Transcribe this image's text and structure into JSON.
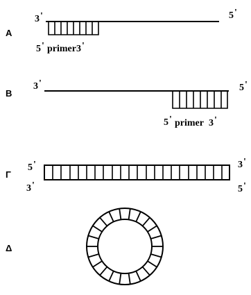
{
  "panels": [
    {
      "id": "A",
      "label": "Α",
      "left_top": "3",
      "right_top": "5",
      "primer_left": "5",
      "primer_text": "primer",
      "primer_right": "3"
    },
    {
      "id": "B",
      "label": "Β",
      "left_top": "3",
      "right_top": "5",
      "primer_left": "5",
      "primer_text": "primer",
      "primer_right": "3"
    },
    {
      "id": "G",
      "label": "Γ",
      "left_top": "5",
      "left_bottom": "3",
      "right_top": "3",
      "right_bottom": "5"
    },
    {
      "id": "D",
      "label": "Δ"
    }
  ],
  "prime_mark": "'"
}
